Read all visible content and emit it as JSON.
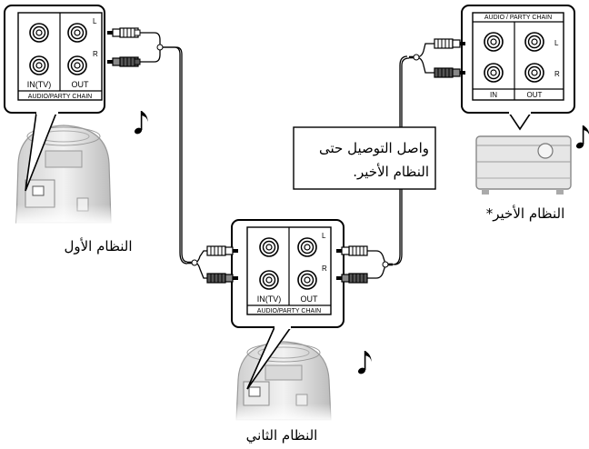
{
  "labels": {
    "system1": "النظام الأول",
    "system2": "النظام الثاني",
    "system_last": "النظام الأخير*",
    "callout_line1": "واصل التوصيل حتى",
    "callout_line2": "النظام الأخير."
  },
  "jack_panel": {
    "in_tv": "IN(TV)",
    "out": "OUT",
    "chain": "AUDIO/PARTY CHAIN",
    "left": "L",
    "right": "R"
  },
  "jack_panel_last": {
    "chain": "AUDIO / PARTY CHAIN",
    "in": "IN",
    "out": "OUT",
    "left": "L",
    "right": "R"
  },
  "icons": [
    "music-note-icon",
    "rca-plug-icon",
    "speaker-icon",
    "amplifier-icon"
  ],
  "colors": {
    "line": "#000000",
    "device": "#9a9a9a",
    "cable": "#777777"
  }
}
